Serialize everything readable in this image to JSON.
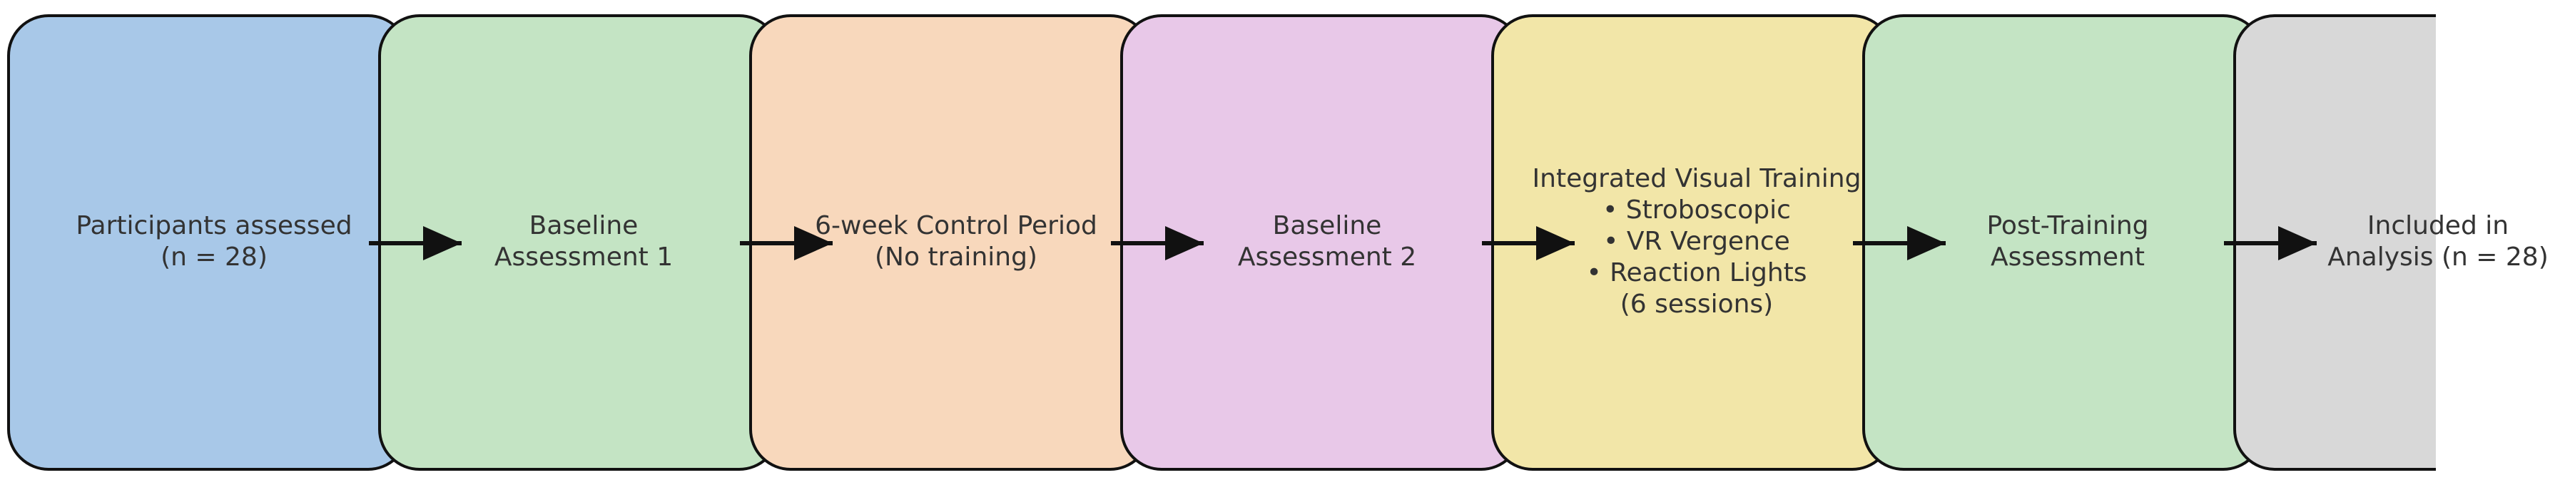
{
  "steps": [
    {
      "lines": [
        "Participants assessed",
        "(n = 28)"
      ],
      "fill": "#a8c8e8"
    },
    {
      "lines": [
        "Baseline",
        "Assessment 1"
      ],
      "fill": "#c4e4c4"
    },
    {
      "lines": [
        "6-week Control Period",
        "(No training)"
      ],
      "fill": "#f8d8bc"
    },
    {
      "lines": [
        "Baseline",
        "Assessment 2"
      ],
      "fill": "#e8c8e8"
    },
    {
      "lines": [
        "Integrated Visual Training",
        "• Stroboscopic",
        "• VR Vergence",
        "• Reaction Lights",
        "(6 sessions)"
      ],
      "fill": "#f2e6a8"
    },
    {
      "lines": [
        "Post-Training",
        "Assessment"
      ],
      "fill": "#c4e4c4"
    },
    {
      "lines": [
        "Included in",
        "Analysis (n = 28)"
      ],
      "fill": "#d8d8d8"
    }
  ],
  "colors": {
    "stroke": "#111111",
    "arrow": "#111111",
    "text": "#333333"
  }
}
